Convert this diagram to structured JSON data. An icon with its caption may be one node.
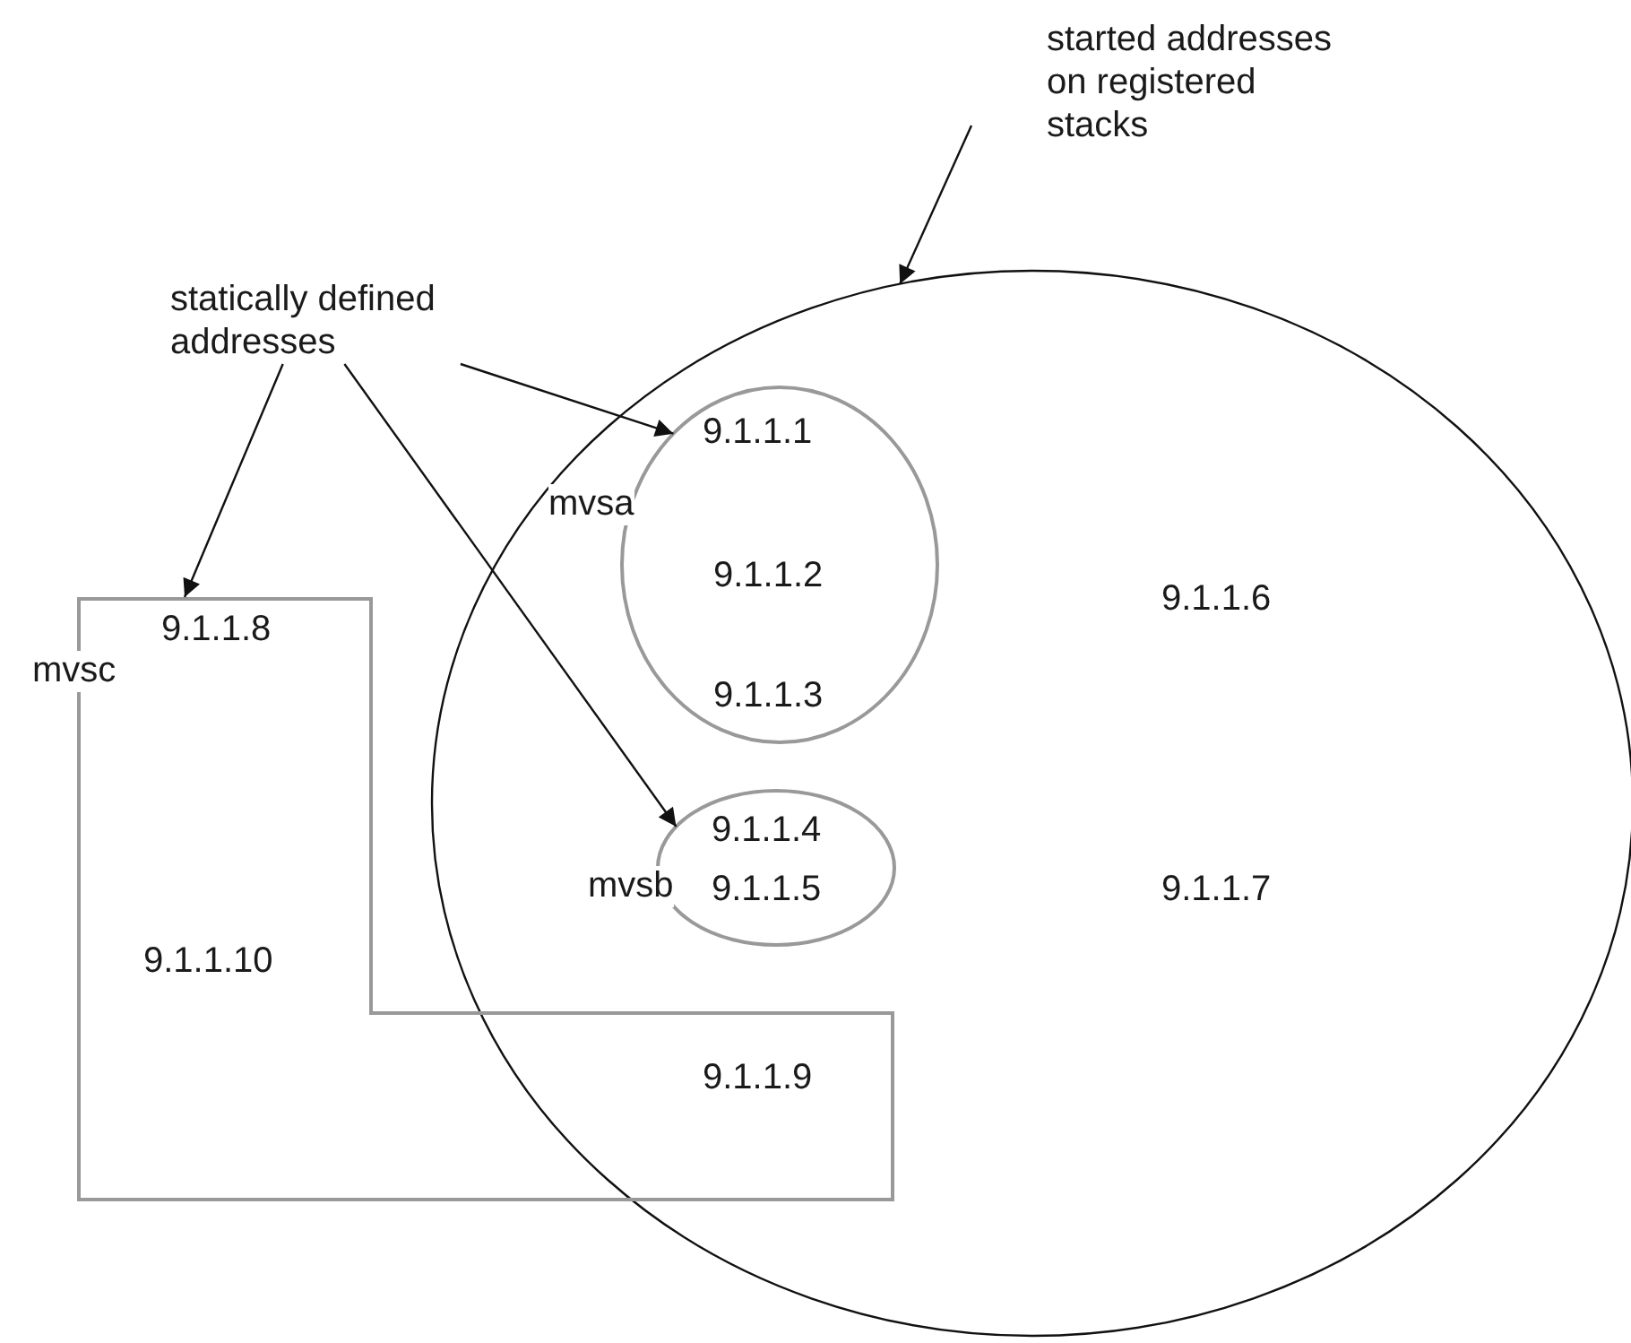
{
  "diagram": {
    "nodes": [
      {
        "text": [
          "started addresses on registered stacks"
        ]
      },
      {
        "text": [
          "statically defined addresses"
        ]
      },
      {
        "text": [
          "9.1.1.6",
          "9.1.1.7"
        ]
      },
      {
        "text": [
          "mvsa",
          "9.1.1.1",
          "9.1.1.2",
          "9.1.1.3"
        ],
        "in": 2
      },
      {
        "text": [
          "mvsb",
          "9.1.1.4",
          "9.1.1.5"
        ],
        "in": 2
      },
      {
        "text": [
          "mvsc",
          "9.1.1.8",
          "9.1.1.10",
          "9.1.1.9"
        ]
      }
    ],
    "edges": [
      {
        "from": 0,
        "to": 2,
        "arrow": "to"
      },
      {
        "from": 1,
        "to": 3,
        "arrow": "to"
      },
      {
        "from": 1,
        "to": 4,
        "arrow": "to"
      },
      {
        "from": 1,
        "to": 5,
        "arrow": "to"
      }
    ]
  }
}
